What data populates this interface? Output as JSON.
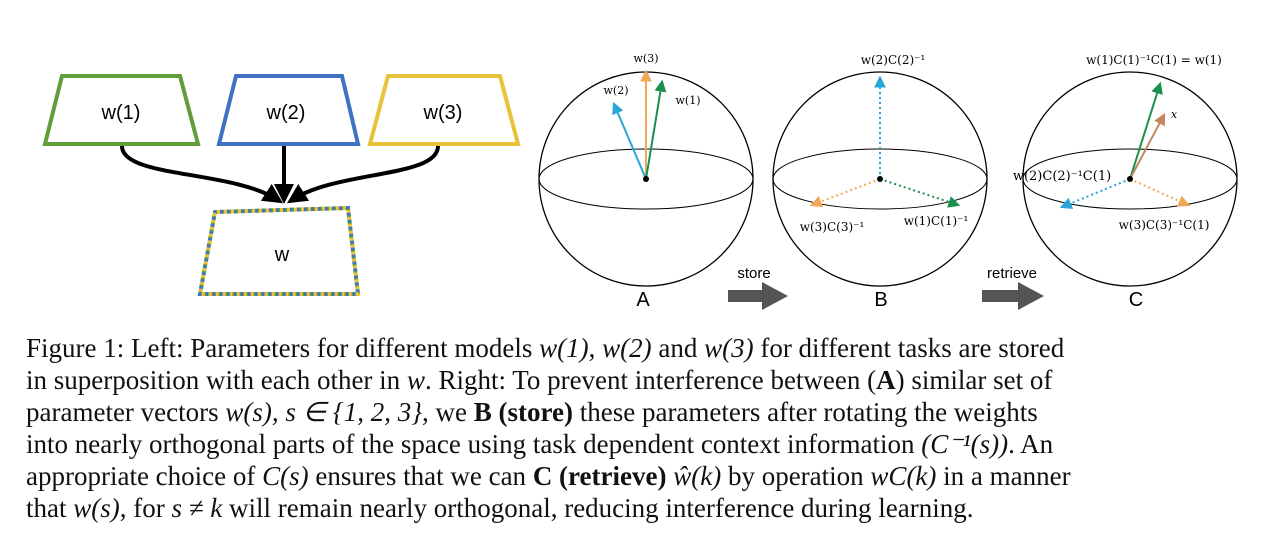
{
  "colors": {
    "green": "#5f9e3b",
    "blue": "#3f73c2",
    "yellow": "#e8c33a",
    "orange": "#f0a857",
    "cyan": "#2aa6d8",
    "dark_green": "#1a8f4e",
    "brown": "#c4875c",
    "arrow_gray": "#555555"
  },
  "left_panel": {
    "boxes": [
      {
        "label": "w(1)",
        "color": "green"
      },
      {
        "label": "w(2)",
        "color": "blue"
      },
      {
        "label": "w(3)",
        "color": "yellow"
      }
    ],
    "merged_label": "w"
  },
  "spheres": {
    "A": {
      "letter": "A",
      "vectors": [
        {
          "label": "w(3)",
          "color": "orange"
        },
        {
          "label": "w(2)",
          "color": "cyan"
        },
        {
          "label": "w(1)",
          "color": "dark_green"
        }
      ]
    },
    "B": {
      "letter": "B",
      "vectors": [
        {
          "label": "w(2)C(2)⁻¹",
          "color": "cyan"
        },
        {
          "label": "w(3)C(3)⁻¹",
          "color": "orange"
        },
        {
          "label": "w(1)C(1)⁻¹",
          "color": "dark_green"
        }
      ]
    },
    "C": {
      "letter": "C",
      "vectors": [
        {
          "label": "w(1)C(1)⁻¹C(1) = w(1)",
          "color": "dark_green"
        },
        {
          "label": "x",
          "color": "brown"
        },
        {
          "label": "w(2)C(2)⁻¹C(1)",
          "color": "cyan"
        },
        {
          "label": "w(3)C(3)⁻¹C(1)",
          "color": "orange"
        }
      ]
    }
  },
  "steps": {
    "store": "store",
    "retrieve": "retrieve"
  },
  "caption": {
    "l1a": "Figure 1: Left: Parameters for different models ",
    "m_w1": "w(1)",
    "l1b": ", ",
    "m_w2": "w(2)",
    "l1c": " and ",
    "m_w3": "w(3)",
    "l1d": " for different tasks are stored",
    "l2a": "in superposition with each other in ",
    "m_w": "w",
    "l2b": ". Right: To prevent interference between (",
    "b_A": "A",
    "l2c": ") similar set of",
    "l3a": "parameter vectors ",
    "m_ws": "w(s), s ∈ {1, 2, 3}",
    "l3b": ", we ",
    "b_store": "B (store)",
    "l3c": " these parameters after rotating the weights",
    "l4a": "into nearly orthogonal parts of the space using task dependent context information ",
    "m_cinv": "(C⁻¹(s))",
    "l4b": ". An",
    "l5a": "appropriate choice of ",
    "m_cs": "C(s)",
    "l5b": " ensures that we can ",
    "b_retrieve": "C (retrieve)",
    "l5c": " ",
    "m_what": "ŵ(k)",
    "l5d": " by operation ",
    "m_wck": "wC(k)",
    "l5e": " in a manner",
    "l6a": "that ",
    "m_ws2": "w(s)",
    "l6b": ", for ",
    "m_snek": "s ≠ k",
    "l6c": " will remain nearly orthogonal, reducing interference during learning."
  }
}
